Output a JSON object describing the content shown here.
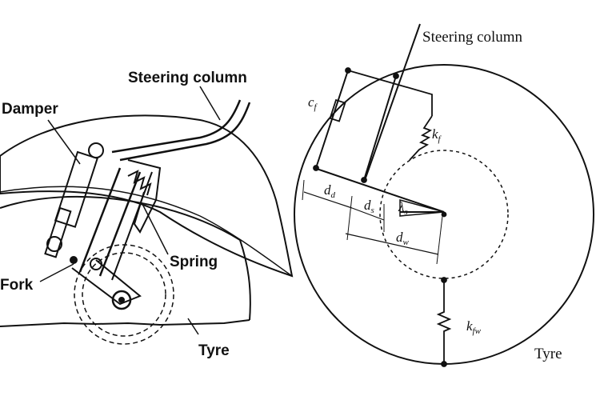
{
  "left_panel": {
    "labels": {
      "steering_column": "Steering column",
      "damper": "Damper",
      "spring": "Spring",
      "fork": "Fork",
      "tyre": "Tyre"
    }
  },
  "right_panel": {
    "labels": {
      "steering_column": "Steering column",
      "tyre": "Tyre"
    },
    "symbols": {
      "cf": {
        "base": "c",
        "sub": "f"
      },
      "kf": {
        "base": "k",
        "sub": "f"
      },
      "kfw": {
        "base": "k",
        "sub": "fw"
      },
      "dd": {
        "base": "d",
        "sub": "d"
      },
      "ds": {
        "base": "d",
        "sub": "s"
      },
      "dw": {
        "base": "d",
        "sub": "w"
      },
      "lambda": {
        "base": "λ",
        "sub": "s"
      }
    }
  }
}
